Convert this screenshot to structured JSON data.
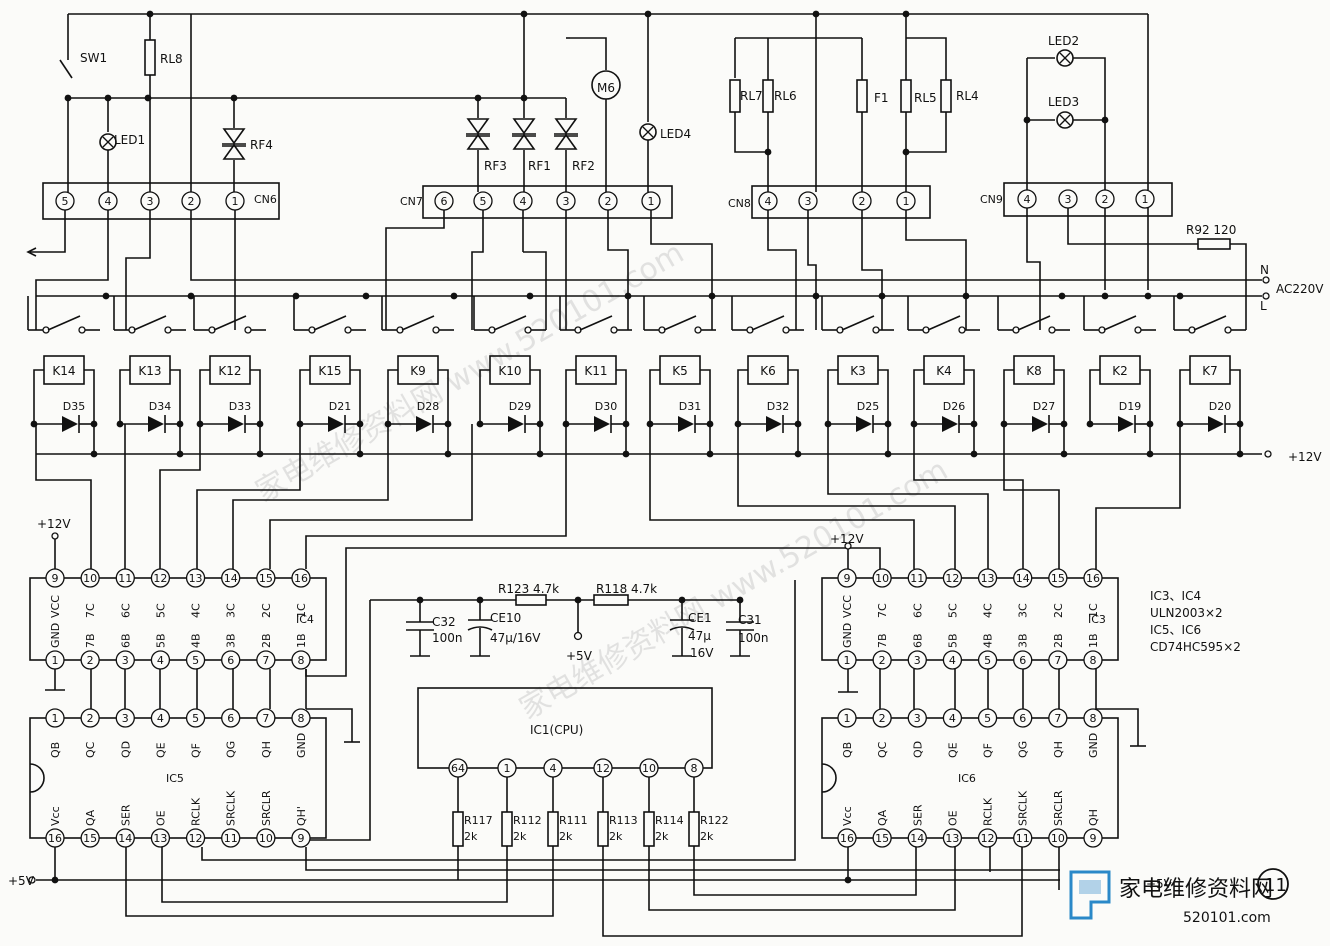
{
  "labels": {
    "sw1": "SW1",
    "rl8": "RL8",
    "led1": "LED1",
    "rf4": "RF4",
    "rf3": "RF3",
    "rf1": "RF1",
    "rf2": "RF2",
    "m6": "M6",
    "led4": "LED4",
    "rl7": "RL7",
    "rl6": "RL6",
    "f1": "F1",
    "rl5": "RL5",
    "rl4": "RL4",
    "led2": "LED2",
    "led3": "LED3",
    "r92": "R92  120",
    "n": "N",
    "l": "L",
    "ac": "AC220V",
    "plus12": "+12V",
    "plus12a": "+12V",
    "plus12b": "+12V",
    "plus5": "+5V",
    "plus5a": "+5V",
    "plus5b": "+5V",
    "r123": "R123  4.7k",
    "r118": "R118  4.7k",
    "c32": "C32",
    "c32v": "100n",
    "ce10": "CE10",
    "ce10v": "47μ/16V",
    "ce1": "CE1",
    "ce1v": "47μ",
    "ce1v2": "16V",
    "c31": "C31",
    "c31v": "100n",
    "ic1": "IC1(CPU)",
    "note1": "IC3、IC4",
    "note2": "ULN2003×2",
    "note3": "IC5、IC6",
    "note4": "CD74HC595×2",
    "page": "11"
  },
  "connectors": [
    {
      "name": "CN6",
      "pins": [
        "5",
        "4",
        "3",
        "2",
        "1"
      ]
    },
    {
      "name": "CN7",
      "pins": [
        "6",
        "5",
        "4",
        "3",
        "2",
        "1"
      ]
    },
    {
      "name": "CN8",
      "pins": [
        "4",
        "3",
        "2",
        "1"
      ]
    },
    {
      "name": "CN9",
      "pins": [
        "4",
        "3",
        "2",
        "1"
      ]
    }
  ],
  "relays": [
    "K14",
    "K13",
    "K12",
    "K15",
    "K9",
    "K10",
    "K11",
    "K5",
    "K6",
    "K3",
    "K4",
    "K8",
    "K2",
    "K7"
  ],
  "diodes": [
    "D35",
    "D34",
    "D33",
    "D21",
    "D28",
    "D29",
    "D30",
    "D31",
    "D32",
    "D25",
    "D26",
    "D27",
    "D19",
    "D20"
  ],
  "ic4": {
    "name": "IC4",
    "top_pins": [
      "9",
      "10",
      "11",
      "12",
      "13",
      "14",
      "15",
      "16"
    ],
    "top_labels": [
      "VCC",
      "7C",
      "6C",
      "5C",
      "4C",
      "3C",
      "2C",
      "1C"
    ],
    "bottom_pins": [
      "1",
      "2",
      "3",
      "4",
      "5",
      "6",
      "7",
      "8"
    ],
    "bottom_labels": [
      "GND",
      "7B",
      "6B",
      "5B",
      "4B",
      "3B",
      "2B",
      "1B"
    ]
  },
  "ic3": {
    "name": "IC3",
    "top_pins": [
      "9",
      "10",
      "11",
      "12",
      "13",
      "14",
      "15",
      "16"
    ],
    "top_labels": [
      "VCC",
      "7C",
      "6C",
      "5C",
      "4C",
      "3C",
      "2C",
      "1C"
    ],
    "bottom_pins": [
      "1",
      "2",
      "3",
      "4",
      "5",
      "6",
      "7",
      "8"
    ],
    "bottom_labels": [
      "GND",
      "7B",
      "6B",
      "5B",
      "4B",
      "3B",
      "2B",
      "1B"
    ]
  },
  "ic5": {
    "name": "IC5",
    "top_pins": [
      "1",
      "2",
      "3",
      "4",
      "5",
      "6",
      "7",
      "8"
    ],
    "top_labels": [
      "QB",
      "QC",
      "QD",
      "QE",
      "QF",
      "QG",
      "QH",
      "GND"
    ],
    "bottom_pins": [
      "16",
      "15",
      "14",
      "13",
      "12",
      "11",
      "10",
      "9"
    ],
    "bottom_labels": [
      "Vcc",
      "QA",
      "SER",
      "OE",
      "RCLK",
      "SRCLK",
      "SRCLR",
      "QH'"
    ]
  },
  "ic6": {
    "name": "IC6",
    "top_pins": [
      "1",
      "2",
      "3",
      "4",
      "5",
      "6",
      "7",
      "8"
    ],
    "top_labels": [
      "QB",
      "QC",
      "QD",
      "QE",
      "QF",
      "QG",
      "QH",
      "GND"
    ],
    "bottom_pins": [
      "16",
      "15",
      "14",
      "13",
      "12",
      "11",
      "10",
      "9"
    ],
    "bottom_labels": [
      "Vcc",
      "QA",
      "SER",
      "OE",
      "RCLK",
      "SRCLK",
      "SRCLR",
      "QH"
    ]
  },
  "cpu_pins": [
    "64",
    "1",
    "4",
    "12",
    "10",
    "8"
  ],
  "cpu_resistors": [
    {
      "name": "R117",
      "value": "2k"
    },
    {
      "name": "R112",
      "value": "2k"
    },
    {
      "name": "R111",
      "value": "2k"
    },
    {
      "name": "R113",
      "value": "2k"
    },
    {
      "name": "R114",
      "value": "2k"
    },
    {
      "name": "R122",
      "value": "2k"
    }
  ],
  "brand": {
    "cn": "家电维修资料网",
    "url": "520101.com",
    "accent": "#2a88c8"
  },
  "watermark": "家电维修资料网 www.520101.com"
}
